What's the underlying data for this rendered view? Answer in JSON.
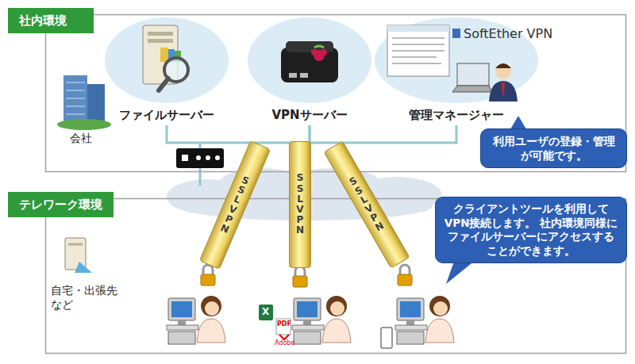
{
  "diagram": {
    "nodes": [
      {
        "text": [
          "社内環境"
        ]
      },
      {
        "text": [
          "ファイルサーバー"
        ],
        "in": 0
      },
      {
        "text": [
          "VPNサーバー"
        ],
        "in": 0
      },
      {
        "text": [
          "管理マネージャー"
        ],
        "in": 0
      },
      {
        "text": [
          "利用ユーザの登録・管理が可能です。"
        ],
        "in": 0
      },
      {
        "text": [
          "テレワーク環境"
        ]
      },
      {
        "text": [
          "クライアントツールを利用して VPN接続します。 社内環境同様にファイルサーバーにアクセスすることができます。"
        ],
        "in": 5
      },
      {
        "text": [
          "SSL VPN"
        ]
      },
      {
        "text": [
          "SSL VPN"
        ]
      },
      {
        "text": [
          "SSL VPN"
        ]
      }
    ],
    "edges": [
      {
        "from": 1,
        "to": 2,
        "arrow": "none"
      },
      {
        "from": 2,
        "to": 3,
        "arrow": "none"
      }
    ],
    "labels": [
      "SoftEther VPN",
      "会社",
      "自宅・出張先 など",
      "X",
      "PDF",
      "Adobe"
    ]
  }
}
